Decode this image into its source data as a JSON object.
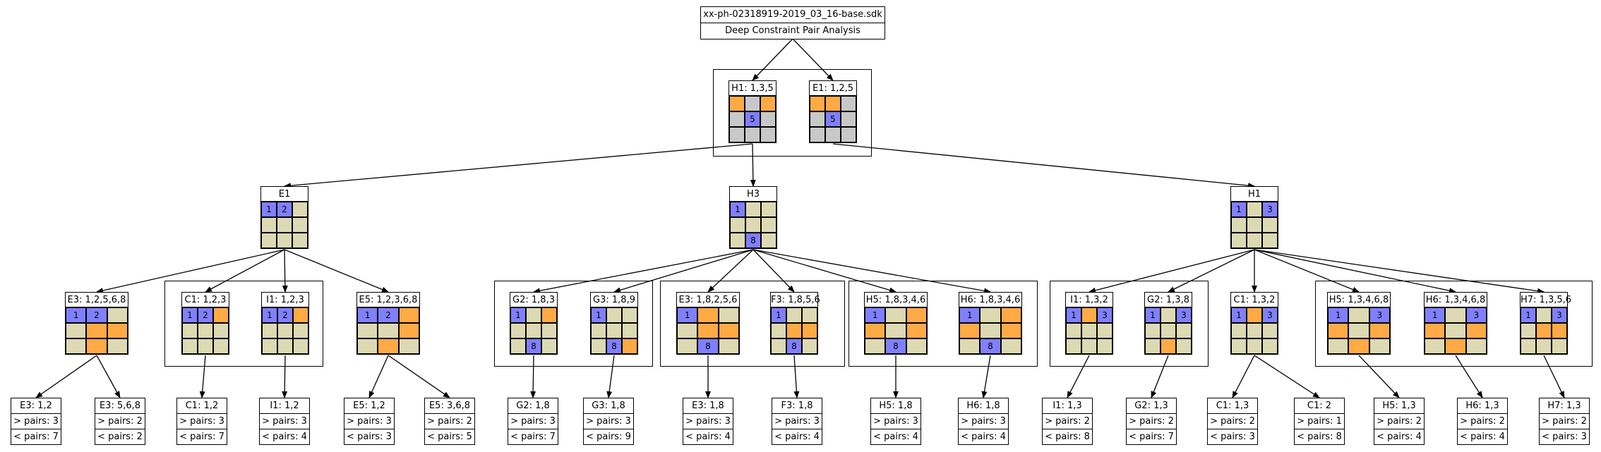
{
  "header": {
    "file": "xx-ph-02318919-2019_03_16-base.sdk",
    "subtitle": "Deep Constraint Pair Analysis"
  },
  "colors": {
    "blue": "#8080ff",
    "orange": "#ffaa44",
    "gray": "#c8c8c8",
    "khaki": "#ddd9b2"
  },
  "nodes": [
    {
      "id": "r1",
      "title": "H1: 1,3,5",
      "cells": [
        [
          "O",
          ""
        ],
        [
          "G",
          ""
        ],
        [
          "O",
          ""
        ],
        [
          "G",
          ""
        ],
        [
          "B",
          "5"
        ],
        [
          "G",
          ""
        ],
        [
          "G",
          ""
        ],
        [
          "G",
          ""
        ],
        [
          "G",
          ""
        ]
      ]
    },
    {
      "id": "r2",
      "title": "E1: 1,2,5",
      "cells": [
        [
          "O",
          ""
        ],
        [
          "O",
          ""
        ],
        [
          "G",
          ""
        ],
        [
          "G",
          ""
        ],
        [
          "B",
          "5"
        ],
        [
          "G",
          ""
        ],
        [
          "G",
          ""
        ],
        [
          "G",
          ""
        ],
        [
          "G",
          ""
        ]
      ]
    },
    {
      "id": "e1",
      "title": "E1",
      "cells": [
        [
          "B",
          "1"
        ],
        [
          "B",
          "2"
        ],
        [
          "K",
          ""
        ],
        [
          "K",
          ""
        ],
        [
          "K",
          ""
        ],
        [
          "K",
          ""
        ],
        [
          "K",
          ""
        ],
        [
          "K",
          ""
        ],
        [
          "K",
          ""
        ]
      ]
    },
    {
      "id": "h3",
      "title": "H3",
      "cells": [
        [
          "B",
          "1"
        ],
        [
          "K",
          ""
        ],
        [
          "K",
          ""
        ],
        [
          "K",
          ""
        ],
        [
          "K",
          ""
        ],
        [
          "K",
          ""
        ],
        [
          "K",
          ""
        ],
        [
          "B",
          "8"
        ],
        [
          "K",
          ""
        ]
      ]
    },
    {
      "id": "h1",
      "title": "H1",
      "cells": [
        [
          "B",
          "1"
        ],
        [
          "K",
          ""
        ],
        [
          "B",
          "3"
        ],
        [
          "K",
          ""
        ],
        [
          "K",
          ""
        ],
        [
          "K",
          ""
        ],
        [
          "K",
          ""
        ],
        [
          "K",
          ""
        ],
        [
          "K",
          ""
        ]
      ]
    },
    {
      "id": "a1",
      "title": "E3: 1,2,5,6,8",
      "cells": [
        [
          "B",
          "1"
        ],
        [
          "B",
          "2"
        ],
        [
          "K",
          ""
        ],
        [
          "K",
          ""
        ],
        [
          "O",
          ""
        ],
        [
          "O",
          ""
        ],
        [
          "K",
          ""
        ],
        [
          "O",
          ""
        ],
        [
          "K",
          ""
        ]
      ]
    },
    {
      "id": "a2",
      "title": "C1: 1,2,3",
      "cells": [
        [
          "B",
          "1"
        ],
        [
          "B",
          "2"
        ],
        [
          "O",
          ""
        ],
        [
          "K",
          ""
        ],
        [
          "K",
          ""
        ],
        [
          "K",
          ""
        ],
        [
          "K",
          ""
        ],
        [
          "K",
          ""
        ],
        [
          "K",
          ""
        ]
      ]
    },
    {
      "id": "a3",
      "title": "I1: 1,2,3",
      "cells": [
        [
          "B",
          "1"
        ],
        [
          "B",
          "2"
        ],
        [
          "O",
          ""
        ],
        [
          "K",
          ""
        ],
        [
          "K",
          ""
        ],
        [
          "K",
          ""
        ],
        [
          "K",
          ""
        ],
        [
          "K",
          ""
        ],
        [
          "K",
          ""
        ]
      ]
    },
    {
      "id": "a4",
      "title": "E5: 1,2,3,6,8",
      "cells": [
        [
          "B",
          "1"
        ],
        [
          "B",
          "2"
        ],
        [
          "O",
          ""
        ],
        [
          "K",
          ""
        ],
        [
          "K",
          ""
        ],
        [
          "O",
          ""
        ],
        [
          "K",
          ""
        ],
        [
          "O",
          ""
        ],
        [
          "K",
          ""
        ]
      ]
    },
    {
      "id": "b1",
      "title": "G2: 1,8,3",
      "cells": [
        [
          "B",
          "1"
        ],
        [
          "K",
          ""
        ],
        [
          "O",
          ""
        ],
        [
          "K",
          ""
        ],
        [
          "K",
          ""
        ],
        [
          "K",
          ""
        ],
        [
          "K",
          ""
        ],
        [
          "B",
          "8"
        ],
        [
          "K",
          ""
        ]
      ]
    },
    {
      "id": "b2",
      "title": "G3: 1,8,9",
      "cells": [
        [
          "B",
          "1"
        ],
        [
          "K",
          ""
        ],
        [
          "K",
          ""
        ],
        [
          "K",
          ""
        ],
        [
          "K",
          ""
        ],
        [
          "K",
          ""
        ],
        [
          "K",
          ""
        ],
        [
          "B",
          "8"
        ],
        [
          "O",
          ""
        ]
      ]
    },
    {
      "id": "b3",
      "title": "E3: 1,8,2,5,6",
      "cells": [
        [
          "B",
          "1"
        ],
        [
          "O",
          ""
        ],
        [
          "K",
          ""
        ],
        [
          "K",
          ""
        ],
        [
          "O",
          ""
        ],
        [
          "O",
          ""
        ],
        [
          "K",
          ""
        ],
        [
          "B",
          "8"
        ],
        [
          "K",
          ""
        ]
      ]
    },
    {
      "id": "b4",
      "title": "F3: 1,8,5,6",
      "cells": [
        [
          "B",
          "1"
        ],
        [
          "K",
          ""
        ],
        [
          "K",
          ""
        ],
        [
          "K",
          ""
        ],
        [
          "O",
          ""
        ],
        [
          "O",
          ""
        ],
        [
          "K",
          ""
        ],
        [
          "B",
          "8"
        ],
        [
          "K",
          ""
        ]
      ]
    },
    {
      "id": "b5",
      "title": "H5: 1,8,3,4,6",
      "cells": [
        [
          "B",
          "1"
        ],
        [
          "K",
          ""
        ],
        [
          "O",
          ""
        ],
        [
          "O",
          ""
        ],
        [
          "K",
          ""
        ],
        [
          "O",
          ""
        ],
        [
          "K",
          ""
        ],
        [
          "B",
          "8"
        ],
        [
          "K",
          ""
        ]
      ]
    },
    {
      "id": "b6",
      "title": "H6: 1,8,3,4,6",
      "cells": [
        [
          "B",
          "1"
        ],
        [
          "K",
          ""
        ],
        [
          "O",
          ""
        ],
        [
          "O",
          ""
        ],
        [
          "K",
          ""
        ],
        [
          "O",
          ""
        ],
        [
          "K",
          ""
        ],
        [
          "B",
          "8"
        ],
        [
          "K",
          ""
        ]
      ]
    },
    {
      "id": "c1",
      "title": "I1: 1,3,2",
      "cells": [
        [
          "B",
          "1"
        ],
        [
          "O",
          ""
        ],
        [
          "B",
          "3"
        ],
        [
          "K",
          ""
        ],
        [
          "K",
          ""
        ],
        [
          "K",
          ""
        ],
        [
          "K",
          ""
        ],
        [
          "K",
          ""
        ],
        [
          "K",
          ""
        ]
      ]
    },
    {
      "id": "c2",
      "title": "G2: 1,3,8",
      "cells": [
        [
          "B",
          "1"
        ],
        [
          "K",
          ""
        ],
        [
          "B",
          "3"
        ],
        [
          "K",
          ""
        ],
        [
          "K",
          ""
        ],
        [
          "K",
          ""
        ],
        [
          "K",
          ""
        ],
        [
          "O",
          ""
        ],
        [
          "K",
          ""
        ]
      ]
    },
    {
      "id": "c3",
      "title": "C1: 1,3,2",
      "cells": [
        [
          "B",
          "1"
        ],
        [
          "O",
          ""
        ],
        [
          "B",
          "3"
        ],
        [
          "K",
          ""
        ],
        [
          "K",
          ""
        ],
        [
          "K",
          ""
        ],
        [
          "K",
          ""
        ],
        [
          "K",
          ""
        ],
        [
          "K",
          ""
        ]
      ]
    },
    {
      "id": "c4",
      "title": "H5: 1,3,4,6,8",
      "cells": [
        [
          "B",
          "1"
        ],
        [
          "K",
          ""
        ],
        [
          "B",
          "3"
        ],
        [
          "O",
          ""
        ],
        [
          "K",
          ""
        ],
        [
          "O",
          ""
        ],
        [
          "K",
          ""
        ],
        [
          "O",
          ""
        ],
        [
          "K",
          ""
        ]
      ]
    },
    {
      "id": "c5",
      "title": "H6: 1,3,4,6,8",
      "cells": [
        [
          "B",
          "1"
        ],
        [
          "K",
          ""
        ],
        [
          "B",
          "3"
        ],
        [
          "O",
          ""
        ],
        [
          "K",
          ""
        ],
        [
          "O",
          ""
        ],
        [
          "K",
          ""
        ],
        [
          "O",
          ""
        ],
        [
          "K",
          ""
        ]
      ]
    },
    {
      "id": "c6",
      "title": "H7: 1,3,5,6",
      "cells": [
        [
          "B",
          "1"
        ],
        [
          "K",
          ""
        ],
        [
          "B",
          "3"
        ],
        [
          "K",
          ""
        ],
        [
          "O",
          ""
        ],
        [
          "O",
          ""
        ],
        [
          "K",
          ""
        ],
        [
          "K",
          ""
        ],
        [
          "K",
          ""
        ]
      ]
    }
  ],
  "leaves": [
    {
      "id": "l1",
      "lines": [
        "E3: 1,2",
        "> pairs: 3",
        "< pairs: 7"
      ]
    },
    {
      "id": "l2",
      "lines": [
        "E3: 5,6,8",
        "> pairs: 2",
        "< pairs: 2"
      ]
    },
    {
      "id": "l3",
      "lines": [
        "C1: 1,2",
        "> pairs: 3",
        "< pairs: 7"
      ]
    },
    {
      "id": "l4",
      "lines": [
        "I1: 1,2",
        "> pairs: 3",
        "< pairs: 4"
      ]
    },
    {
      "id": "l5",
      "lines": [
        "E5: 1,2",
        "> pairs: 3",
        "< pairs: 3"
      ]
    },
    {
      "id": "l6",
      "lines": [
        "E5: 3,6,8",
        "> pairs: 2",
        "< pairs: 5"
      ]
    },
    {
      "id": "l7",
      "lines": [
        "G2: 1,8",
        "> pairs: 3",
        "< pairs: 7"
      ]
    },
    {
      "id": "l8",
      "lines": [
        "G3: 1,8",
        "> pairs: 3",
        "< pairs: 9"
      ]
    },
    {
      "id": "l9",
      "lines": [
        "E3: 1,8",
        "> pairs: 3",
        "< pairs: 4"
      ]
    },
    {
      "id": "l10",
      "lines": [
        "F3: 1,8",
        "> pairs: 3",
        "< pairs: 4"
      ]
    },
    {
      "id": "l11",
      "lines": [
        "H5: 1,8",
        "> pairs: 3",
        "< pairs: 4"
      ]
    },
    {
      "id": "l12",
      "lines": [
        "H6: 1,8",
        "> pairs: 3",
        "< pairs: 4"
      ]
    },
    {
      "id": "l13",
      "lines": [
        "I1: 1,3",
        "> pairs: 2",
        "< pairs: 8"
      ]
    },
    {
      "id": "l14",
      "lines": [
        "G2: 1,3",
        "> pairs: 2",
        "< pairs: 7"
      ]
    },
    {
      "id": "l15",
      "lines": [
        "C1: 1,3",
        "> pairs: 2",
        "< pairs: 3"
      ]
    },
    {
      "id": "l16",
      "lines": [
        "C1: 2",
        "> pairs: 1",
        "< pairs: 8"
      ]
    },
    {
      "id": "l17",
      "lines": [
        "H5: 1,3",
        "> pairs: 2",
        "< pairs: 4"
      ]
    },
    {
      "id": "l18",
      "lines": [
        "H6: 1,3",
        "> pairs: 2",
        "< pairs: 4"
      ]
    },
    {
      "id": "l19",
      "lines": [
        "H7: 1,3",
        "> pairs: 2",
        "< pairs: 3"
      ]
    }
  ]
}
